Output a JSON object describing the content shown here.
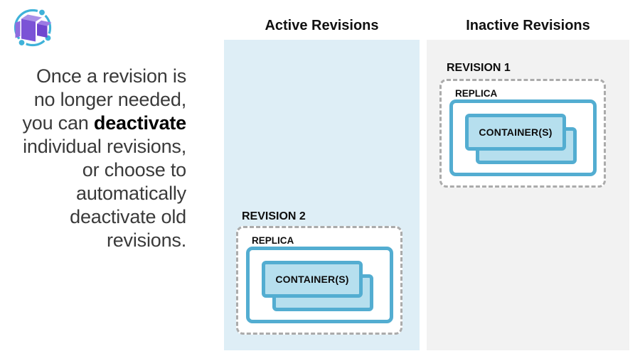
{
  "logo": {
    "icon": "container-apps-logo"
  },
  "description": {
    "line_1": "Once a revision is",
    "line_2": "no longer needed,",
    "line_3_pre": "you can ",
    "line_3_bold": "deactivate",
    "line_4": "individual revisions,",
    "line_5": "or choose to",
    "line_6": "automatically",
    "line_7": "deactivate old",
    "line_8": "revisions."
  },
  "columns": {
    "active": {
      "title": "Active Revisions",
      "bg": "#DEEEF6",
      "revision": {
        "label": "REVISION 2",
        "replica": {
          "label": "REPLICA",
          "container": "CONTAINER(S)"
        }
      }
    },
    "inactive": {
      "title": "Inactive Revisions",
      "bg": "#F2F2F2",
      "revision": {
        "label": "REVISION 1",
        "replica": {
          "label": "REPLICA",
          "container": "CONTAINER(S)"
        }
      }
    }
  },
  "colors": {
    "blue_border": "#53ADD1",
    "container_fill": "#B6DFEE",
    "active_panel_bg": "#DEEEF6",
    "inactive_panel_bg": "#F2F2F2",
    "dashed_border": "#ABABAB",
    "logo_purple": "#7B53D6",
    "logo_cyan": "#3FB2D9",
    "text_dark": "#3A3A3A"
  }
}
